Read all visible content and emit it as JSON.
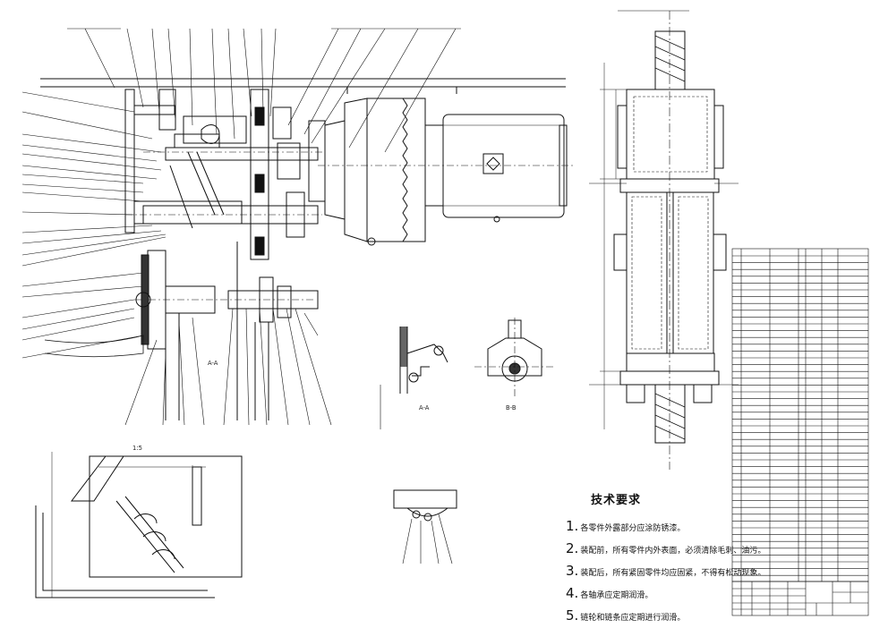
{
  "drawing": {
    "technical_requirements": {
      "title": "技术要求",
      "items": [
        {
          "no": "1.",
          "text": "各零件外露部分应涂防锈漆。"
        },
        {
          "no": "2.",
          "text": "装配前，所有零件内外表面，必须清除毛刺、油污。"
        },
        {
          "no": "3.",
          "text": "装配后，所有紧固零件均应固紧，不得有松动现象。"
        },
        {
          "no": "4.",
          "text": "各轴承应定期润滑。"
        },
        {
          "no": "5.",
          "text": "链轮和链条应定期进行润滑。"
        }
      ]
    },
    "section_labels": {
      "view_a": "A-A",
      "view_b": "B-B",
      "scale_note": "1:5"
    },
    "colors": {
      "line": "#111111",
      "paper": "#ffffff"
    }
  }
}
